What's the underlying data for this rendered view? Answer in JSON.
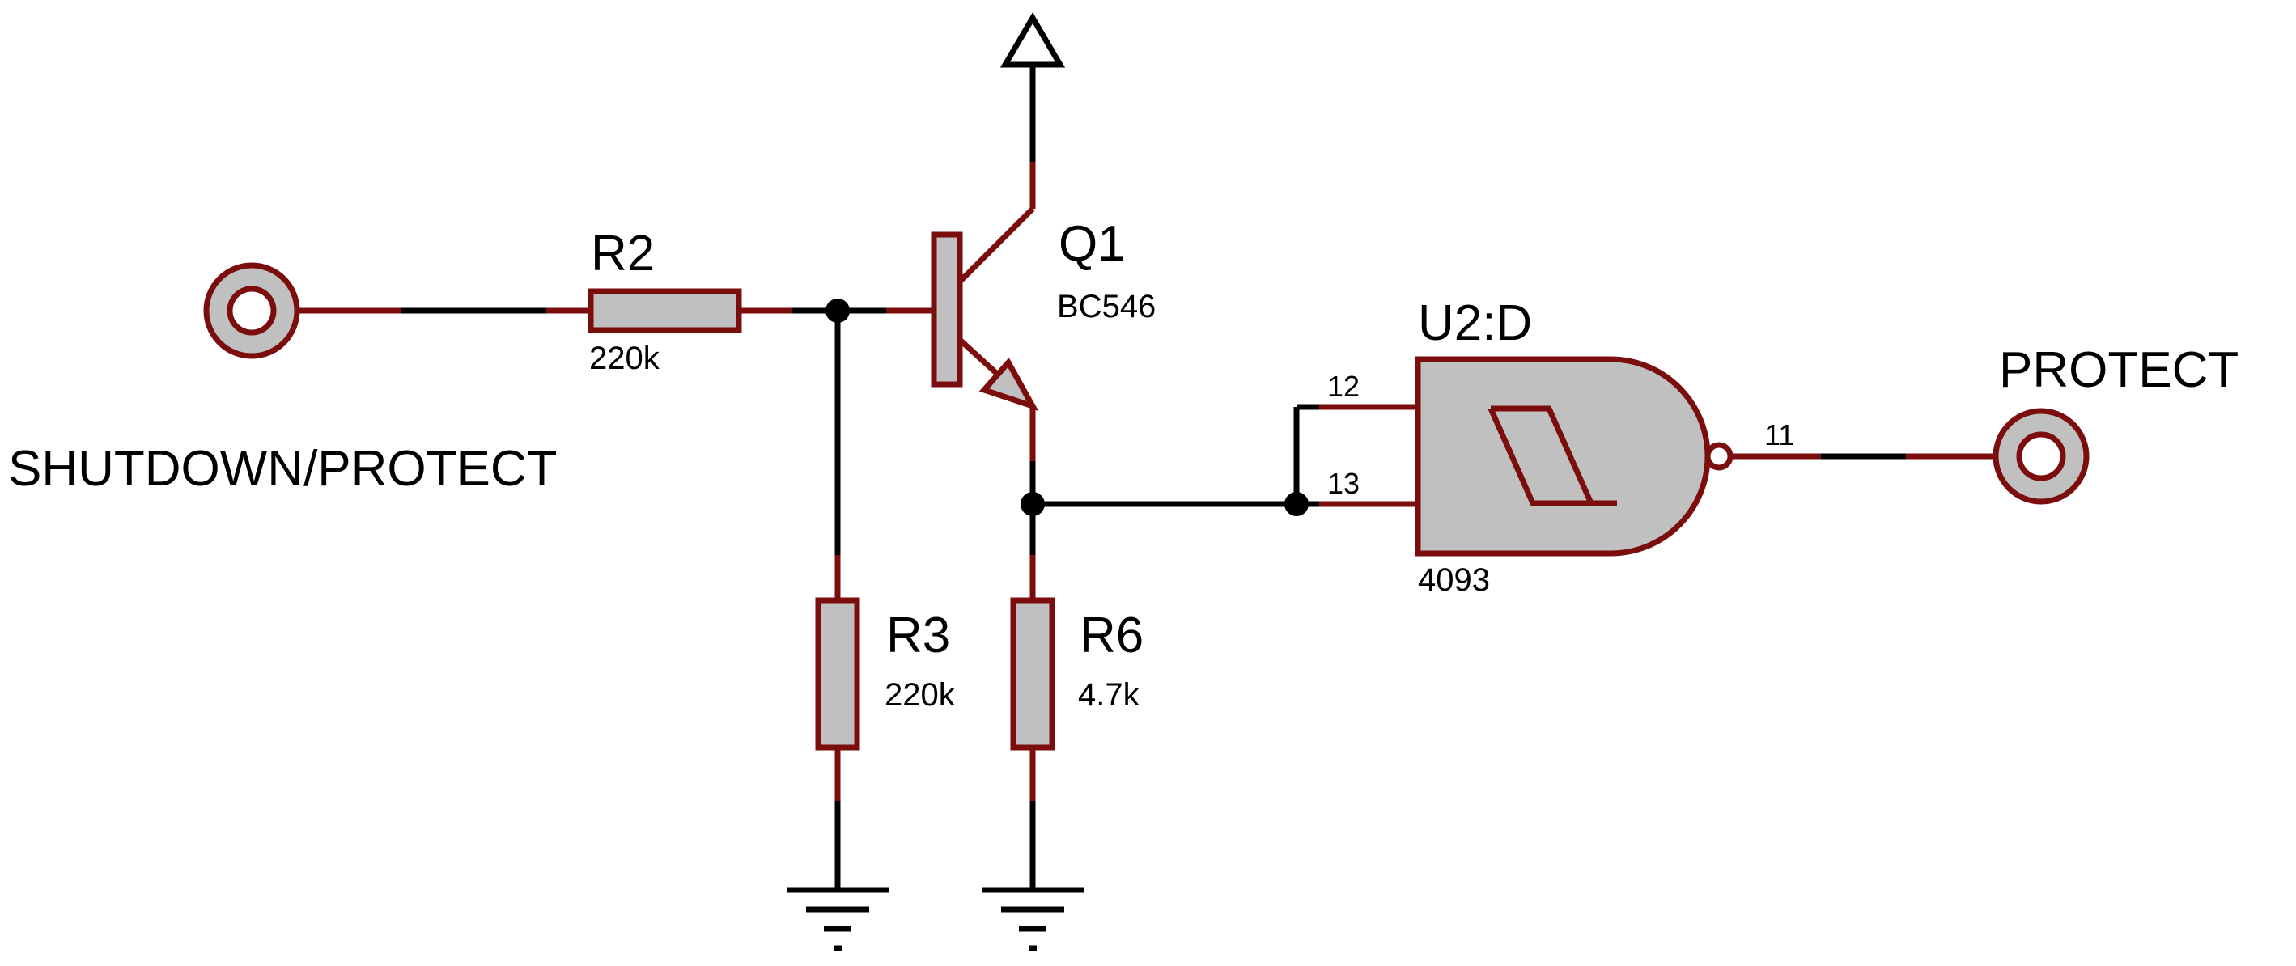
{
  "terminals": {
    "input": {
      "label": "SHUTDOWN/PROTECT"
    },
    "output": {
      "label": "PROTECT"
    }
  },
  "components": {
    "r2": {
      "ref": "R2",
      "value": "220k"
    },
    "r3": {
      "ref": "R3",
      "value": "220k"
    },
    "r6": {
      "ref": "R6",
      "value": "4.7k"
    },
    "q1": {
      "ref": "Q1",
      "part": "BC546"
    },
    "u2": {
      "ref": "U2:D",
      "part": "4093",
      "pins": {
        "in_a": "12",
        "in_b": "13",
        "out": "11"
      }
    }
  },
  "colors": {
    "wire": "#000000",
    "component_outline": "#7b0d0d",
    "component_fill": "#c0c0c0"
  },
  "icons": {
    "power": "power-rail-arrow-icon",
    "ground": "ground-icon",
    "terminal": "terminal-circle-icon",
    "schmitt": "schmitt-trigger-icon"
  }
}
